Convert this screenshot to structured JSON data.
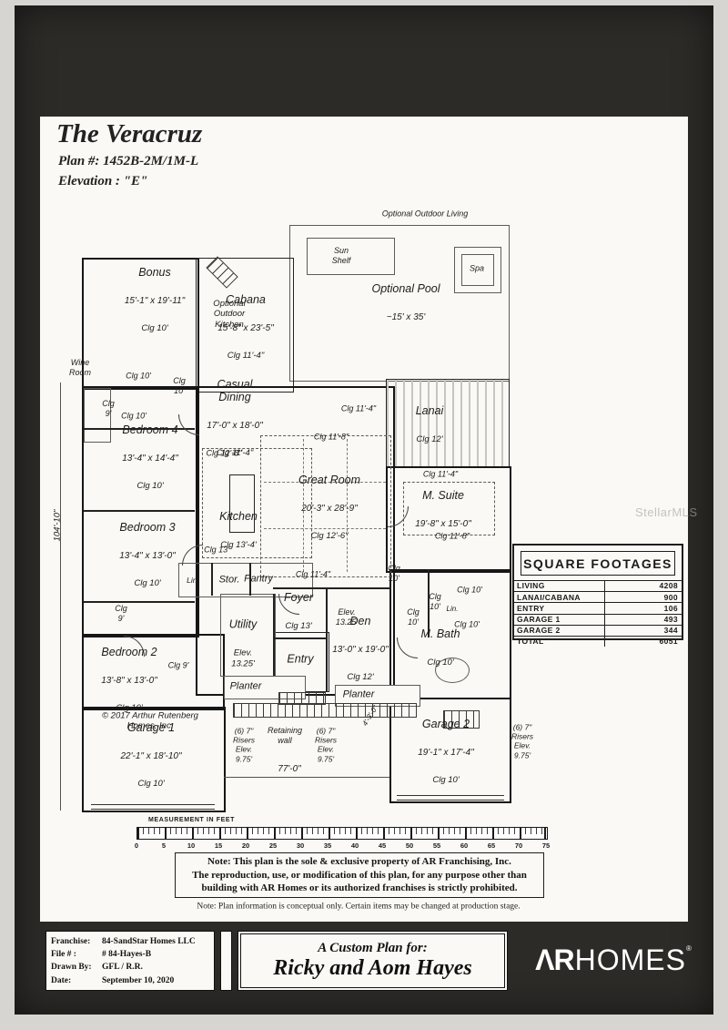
{
  "colors": {
    "paper": "#faf9f5",
    "ink": "#1c1c1c",
    "frame_mat": "#2d2b28"
  },
  "header": {
    "title": "The Veracruz",
    "plan_number": "Plan #: 1452B-2M/1M-L",
    "elevation": "Elevation : \"E\""
  },
  "watermark": "StellarMLS",
  "outdoor": {
    "title": "Optional Outdoor Living",
    "sun_shelf": "Sun\nShelf",
    "spa": "Spa",
    "pool_name": "Optional Pool",
    "pool_size": "~15' x 35'"
  },
  "rooms": {
    "bonus": {
      "name": "Bonus",
      "dims": "15'-1\" x 19'-11\"",
      "clg": "Clg 10'"
    },
    "outdoor_kitchen": {
      "name": "Optional\nOutdoor\nKitchen"
    },
    "cabana": {
      "name": "Cabana",
      "dims": "15'-8\" x 23'-5\"",
      "clg": "Clg 11'-4\""
    },
    "wine_room": {
      "name": "Wine\nRoom"
    },
    "bedroom4": {
      "name": "Bedroom 4",
      "dims": "13'-4\" x 14'-4\"",
      "clg": "Clg 10'"
    },
    "casual_dining": {
      "name": "Casual\nDining",
      "dims": "17'-0\" x 18'-0\"",
      "clg": "Clg 11'-4\""
    },
    "kitchen": {
      "name": "Kitchen",
      "clg": "Clg 13'-4'"
    },
    "great_room": {
      "name": "Great Room",
      "dims": "20'-3\" x 28'-9\"",
      "clg": "Clg 12'-6\""
    },
    "lanai": {
      "name": "Lanai",
      "clg": "Clg 12'"
    },
    "m_suite": {
      "name": "M. Suite",
      "dims": "19'-8\" x 15'-0\"",
      "clg": "Clg 11'-8\""
    },
    "bedroom3": {
      "name": "Bedroom 3",
      "dims": "13'-4\" x 13'-0\"",
      "clg": "Clg 10'"
    },
    "linen1": "Lin.",
    "storage": "Stor.",
    "pantry": "Pantry",
    "utility": {
      "name": "Utility",
      "elev": "Elev.\n13.25'"
    },
    "foyer": {
      "name": "Foyer",
      "clg": "Clg 13'"
    },
    "foyer_elev": "Elev.\n13.25'",
    "entry": "Entry",
    "den": {
      "name": "Den",
      "dims": "13'-0\" x 19'-0\"",
      "clg": "Clg 12'"
    },
    "m_bath": {
      "name": "M. Bath",
      "clg": "Clg 10'"
    },
    "linen2": "Lin.",
    "bedroom2": {
      "name": "Bedroom 2",
      "dims": "13'-8\" x 13'-0\"",
      "clg": "Clg 10'"
    },
    "garage1": {
      "name": "Garage 1",
      "dims": "22'-1\" x 18'-10\"",
      "clg": "Clg 10'"
    },
    "garage2": {
      "name": "Garage 2",
      "dims": "19'-1\" x 17'-4\"",
      "clg": "Clg 10'"
    },
    "planter_left": "Planter",
    "planter_right": "Planter",
    "retaining_wall": "Retaining\nwall"
  },
  "ceiling_labels": {
    "a": "Clg 10'",
    "b": "Clg\n10'",
    "c": "Clg\n9'",
    "d": "Clg 10'",
    "e": "Clg 12'-8\"",
    "f": "Clg 11'-4\"",
    "g": "Clg 11'-8\"",
    "h": "Clg 11'-4\"",
    "i": "Clg 13'",
    "j": "Clg 11'-4\"",
    "k": "Clg\n10'",
    "l": "Clg\n9'",
    "m": "Clg\n10'",
    "n": "Clg\n10'",
    "o": "Clg 10'",
    "p": "Clg 10'",
    "q": "Clg 9'"
  },
  "annotations": {
    "copyright": "© 2017 Arthur Rutenberg\nHomes, Inc.",
    "risers": "(6) 7\"\nRisers\nElev.\n9.75'",
    "dim_overall_width": "77'-0\"",
    "dim_overall_height": "104'-10\"",
    "dim_steps": "4'-3'-0\""
  },
  "footage_table": {
    "title": "SQUARE FOOTAGES",
    "rows": [
      {
        "label": "LIVING",
        "value": "4208"
      },
      {
        "label": "LANAI/CABANA",
        "value": "900"
      },
      {
        "label": "ENTRY",
        "value": "106"
      },
      {
        "label": "GARAGE 1",
        "value": "493"
      },
      {
        "label": "GARAGE 2",
        "value": "344"
      },
      {
        "label": "TOTAL",
        "value": "6051"
      }
    ]
  },
  "scale_bar": {
    "label": "MEASUREMENT IN FEET",
    "ticks": [
      "0",
      "5",
      "10",
      "15",
      "20",
      "25",
      "30",
      "35",
      "40",
      "45",
      "50",
      "55",
      "60",
      "65",
      "70",
      "75"
    ]
  },
  "notes": {
    "main": "Note: This plan is the sole & exclusive property of AR Franchising, Inc.\nThe reproduction, use, or modification of this plan, for any purpose other than\nbuilding with AR Homes or its authorized franchises is strictly prohibited.",
    "secondary": "Note: Plan information is conceptual only. Certain items may be changed at production stage."
  },
  "title_block": {
    "fields": [
      {
        "label": "Franchise:",
        "value": "84-SandStar Homes LLC"
      },
      {
        "label": "File # :",
        "value": "# 84-Hayes-B"
      },
      {
        "label": "Drawn By:",
        "value": "GFL / R.R."
      },
      {
        "label": "Date:",
        "value": "September 10, 2020"
      }
    ],
    "custom_plan_intro": "A Custom Plan for:",
    "client_names": "Ricky and Aom Hayes",
    "logo": {
      "mark": "ΛR",
      "name": "HOMES",
      "reg": "®"
    }
  }
}
